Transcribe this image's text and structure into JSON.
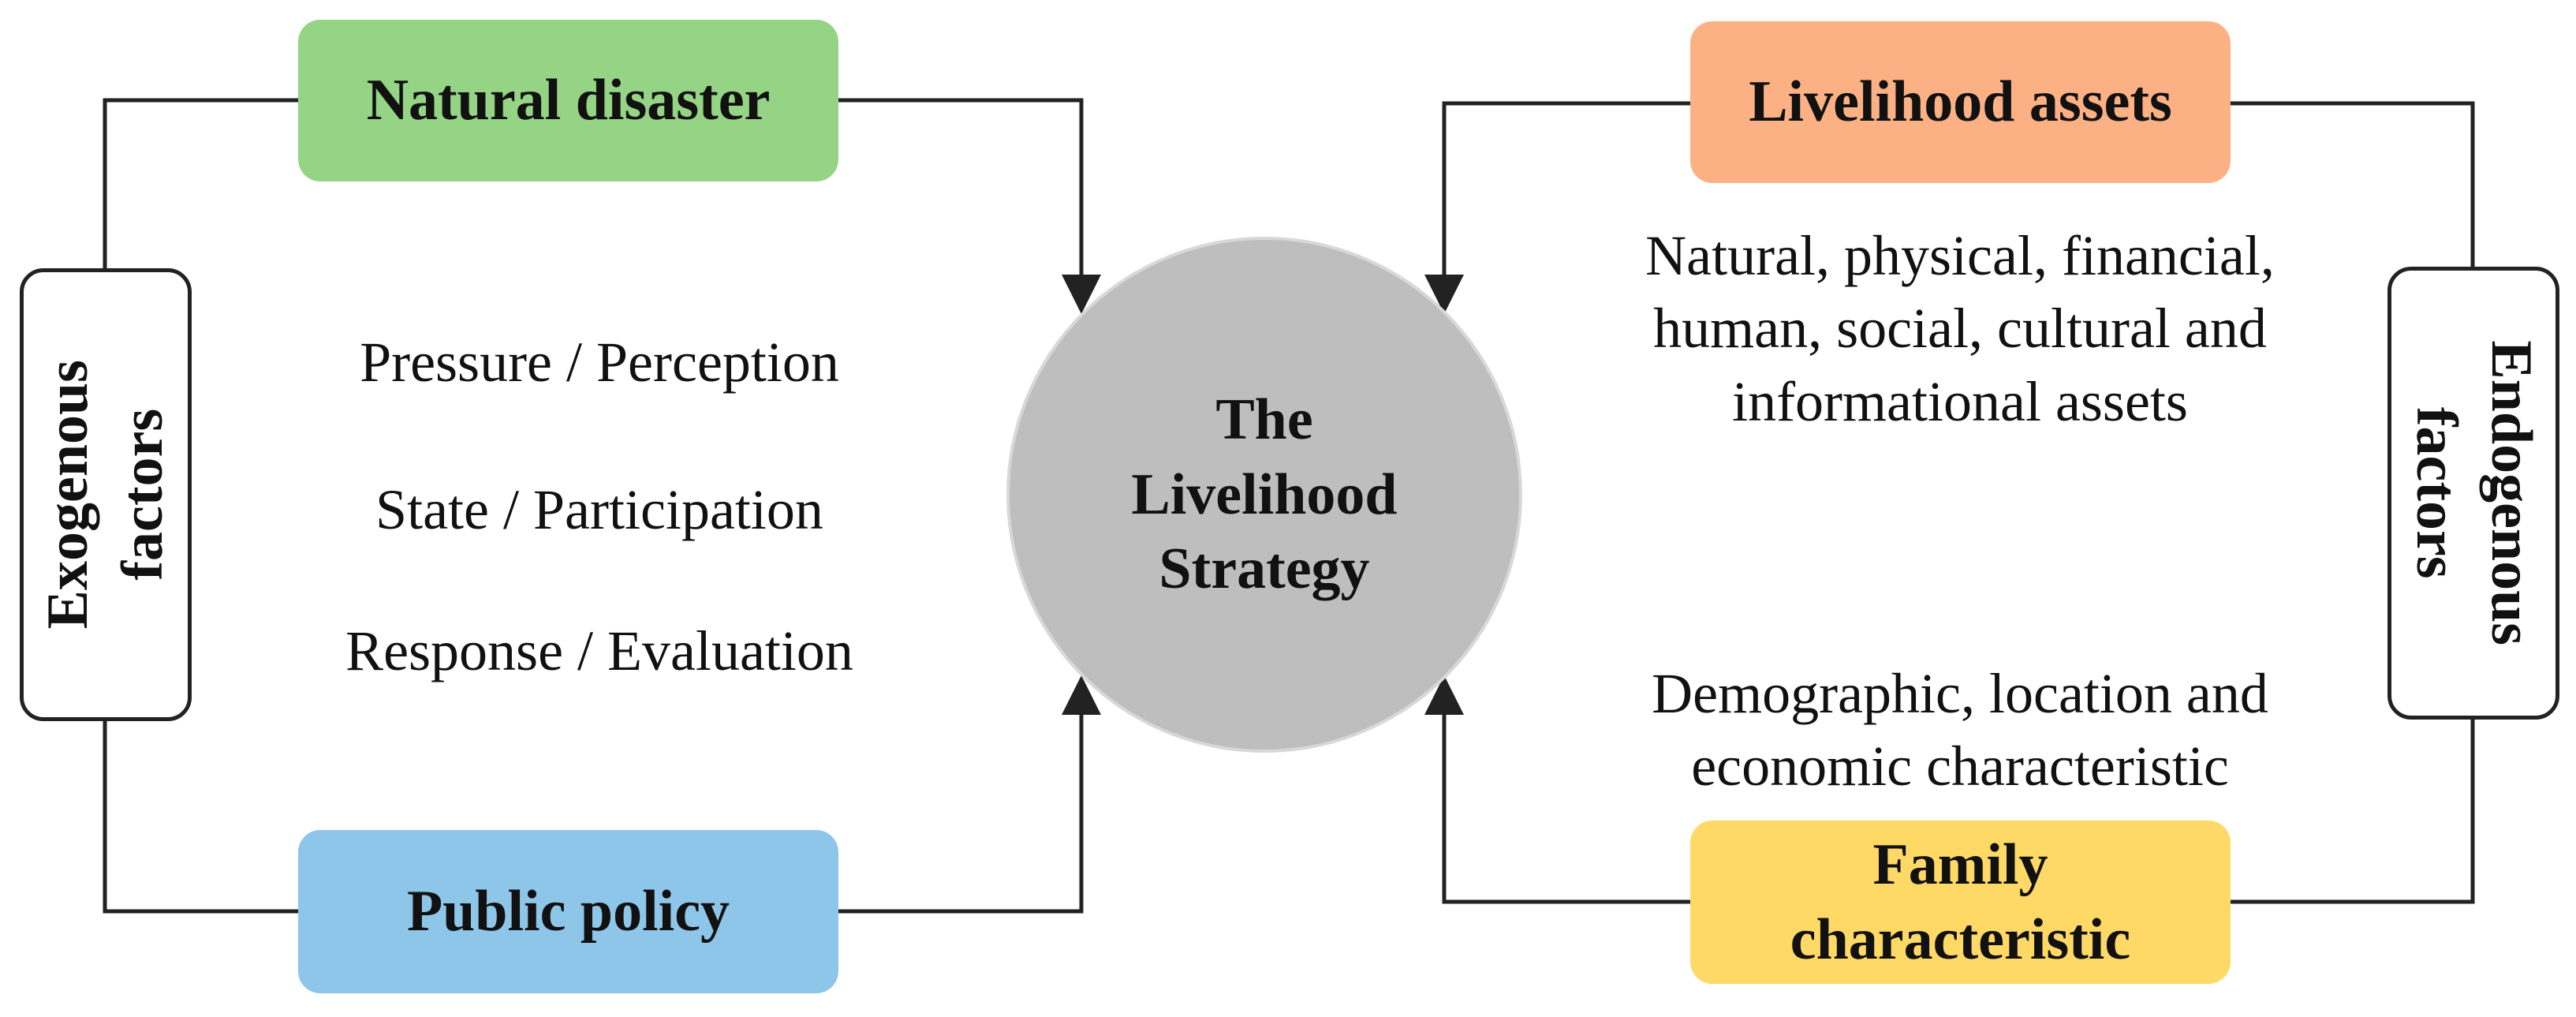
{
  "center": {
    "line1": "The",
    "line2": "Livelihood",
    "line3": "Strategy",
    "color": "#bebebe"
  },
  "exogenous": {
    "line1": "Exogenous",
    "line2": "factors"
  },
  "endogenous": {
    "line1": "Endogenous",
    "line2": "factors"
  },
  "natural_disaster": {
    "label": "Natural disaster",
    "color": "#95d385"
  },
  "public_policy": {
    "label": "Public policy",
    "color": "#8ec6ea"
  },
  "livelihood_assets": {
    "label": "Livelihood assets",
    "color": "#fbb184"
  },
  "family_characteristic": {
    "line1": "Family",
    "line2": "characteristic",
    "color": "#ffd966"
  },
  "psr": {
    "line1": "Pressure / Perception",
    "line2": "State / Participation",
    "line3": "Response / Evaluation"
  },
  "assets_text": {
    "line1": "Natural, physical, financial,",
    "line2": "human, social, cultural and",
    "line3": "informational assets"
  },
  "family_text": {
    "line1": "Demographic, location and",
    "line2": "economic characteristic"
  }
}
